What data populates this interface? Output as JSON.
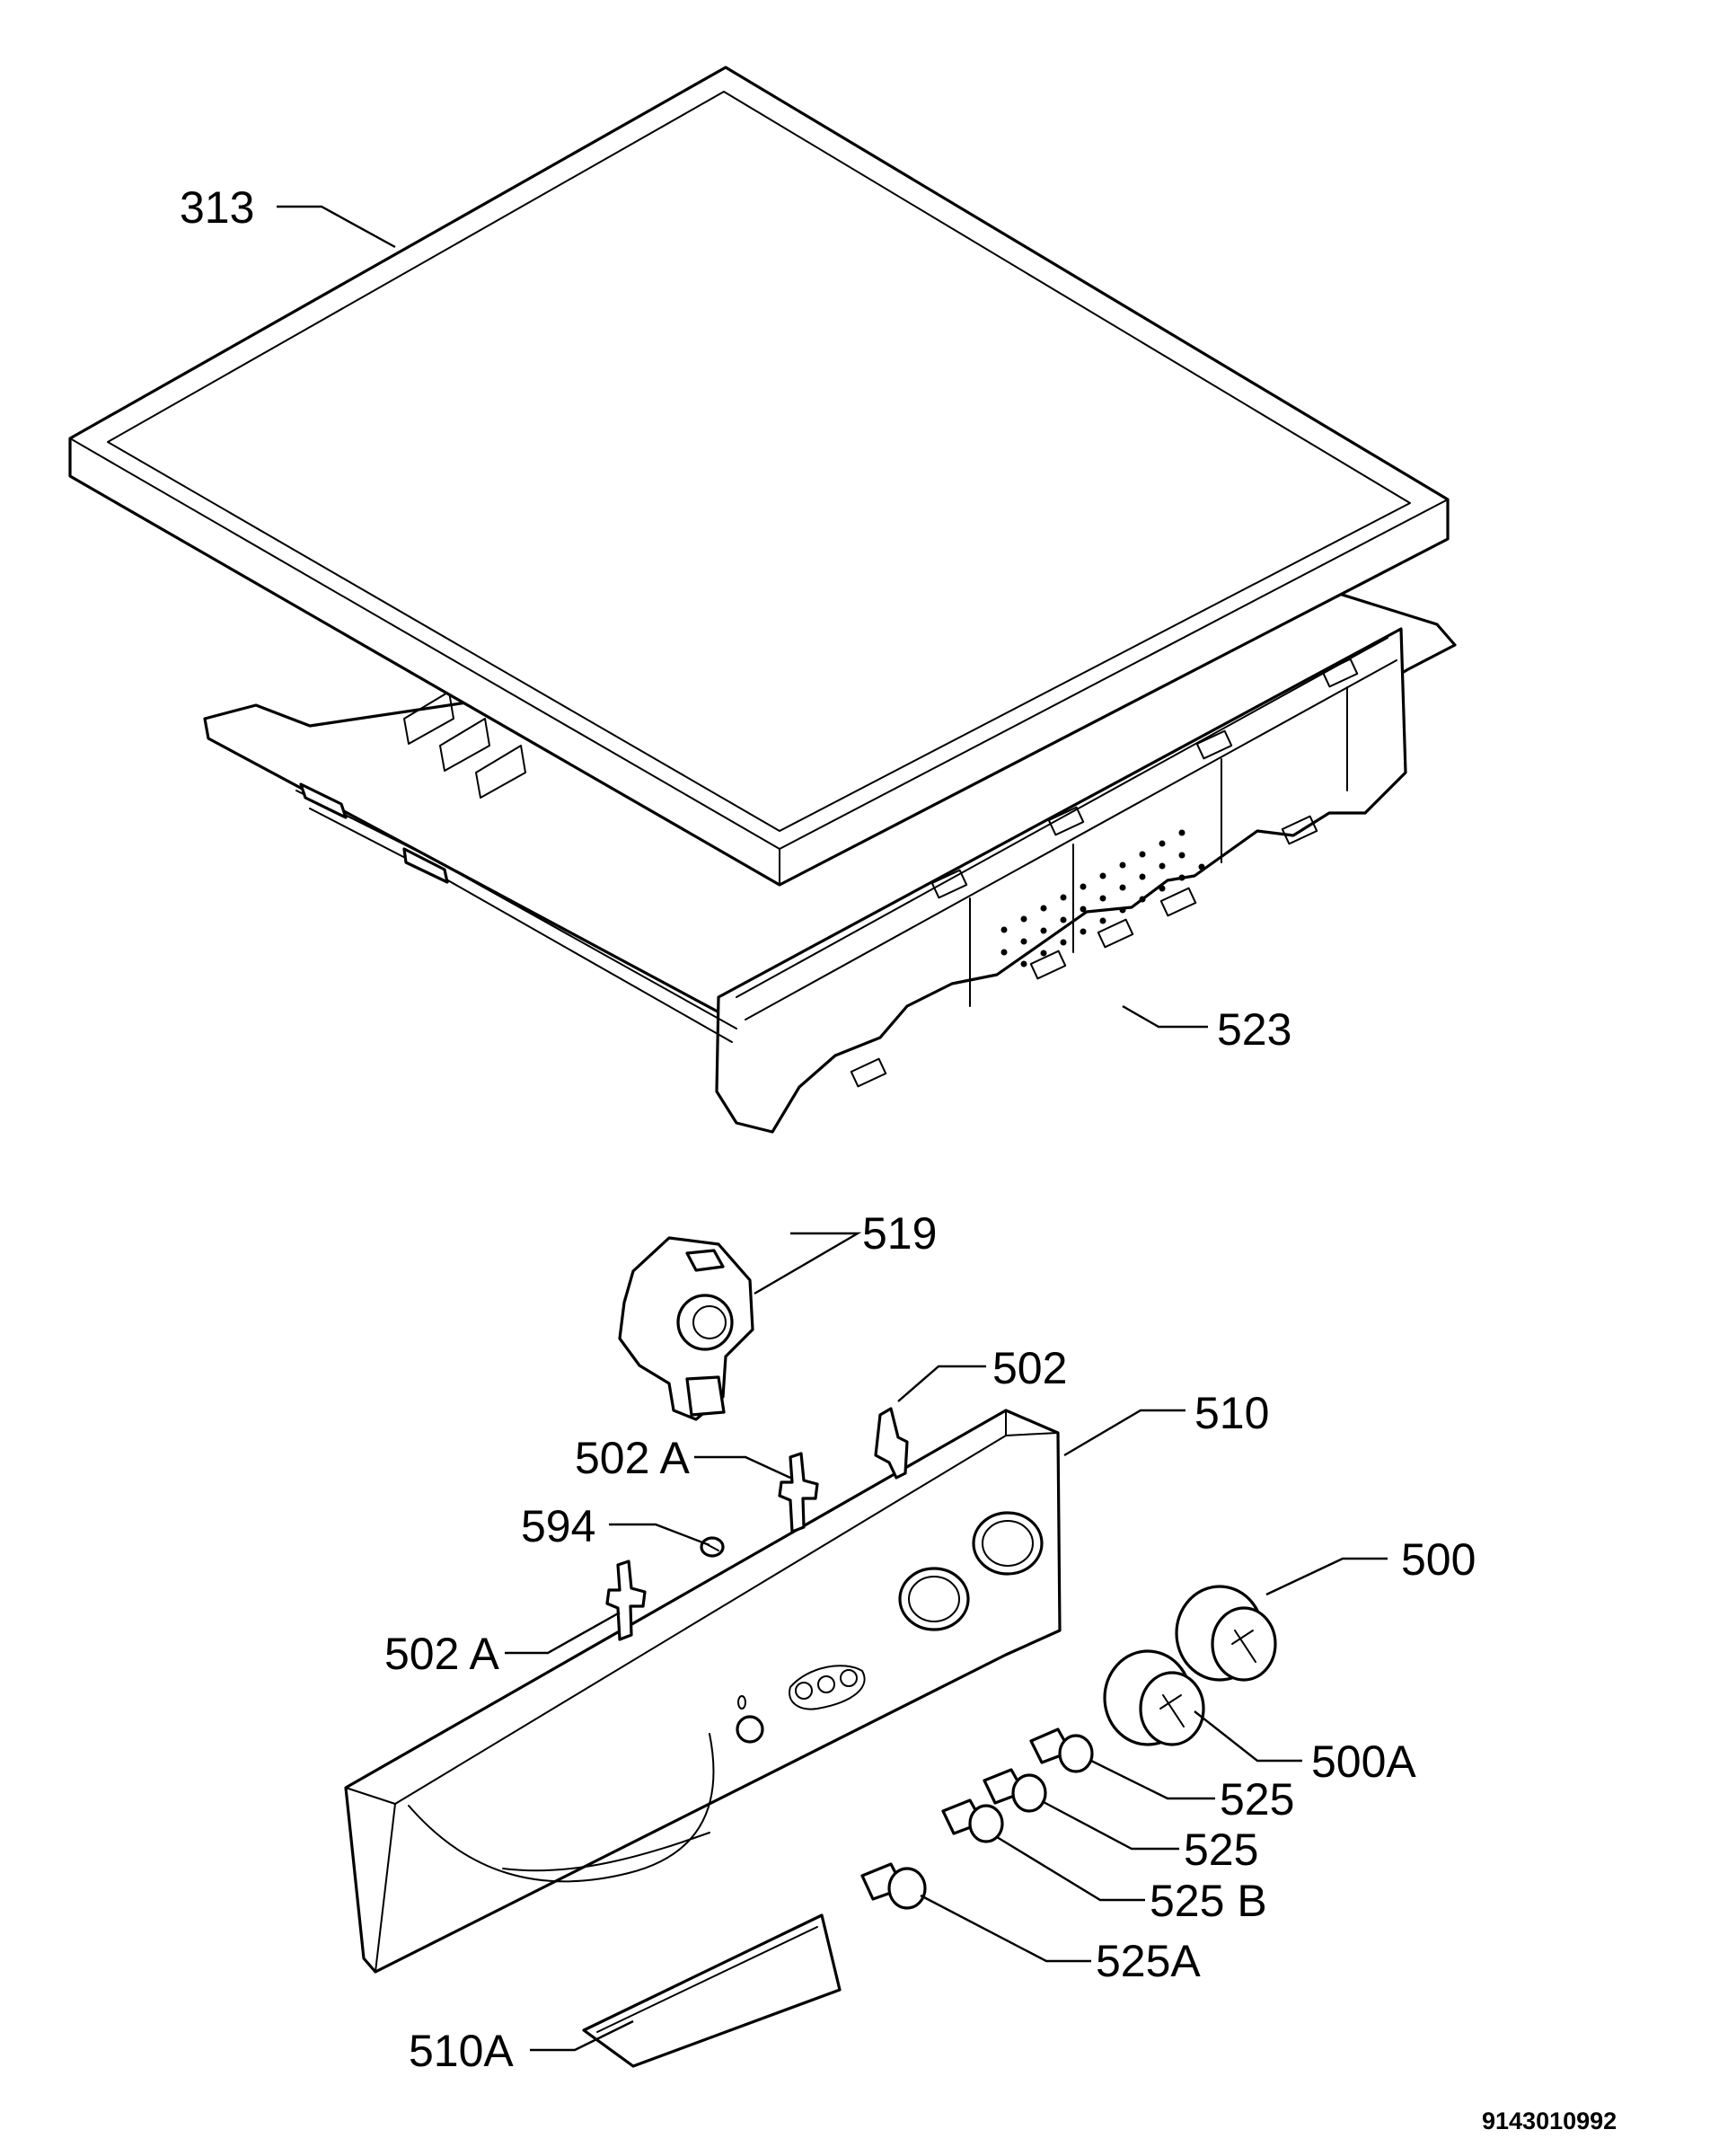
{
  "diagram": {
    "drawing_code": "9143010992",
    "parts": {
      "p313": "313",
      "p523": "523",
      "p519": "519",
      "p502": "502",
      "p510": "510",
      "p502a_top": "502 A",
      "p594": "594",
      "p500": "500",
      "p502a_bottom": "502 A",
      "p500a": "500A",
      "p525_1": "525",
      "p525_2": "525",
      "p525b": "525 B",
      "p525a": "525A",
      "p510a": "510A"
    }
  }
}
